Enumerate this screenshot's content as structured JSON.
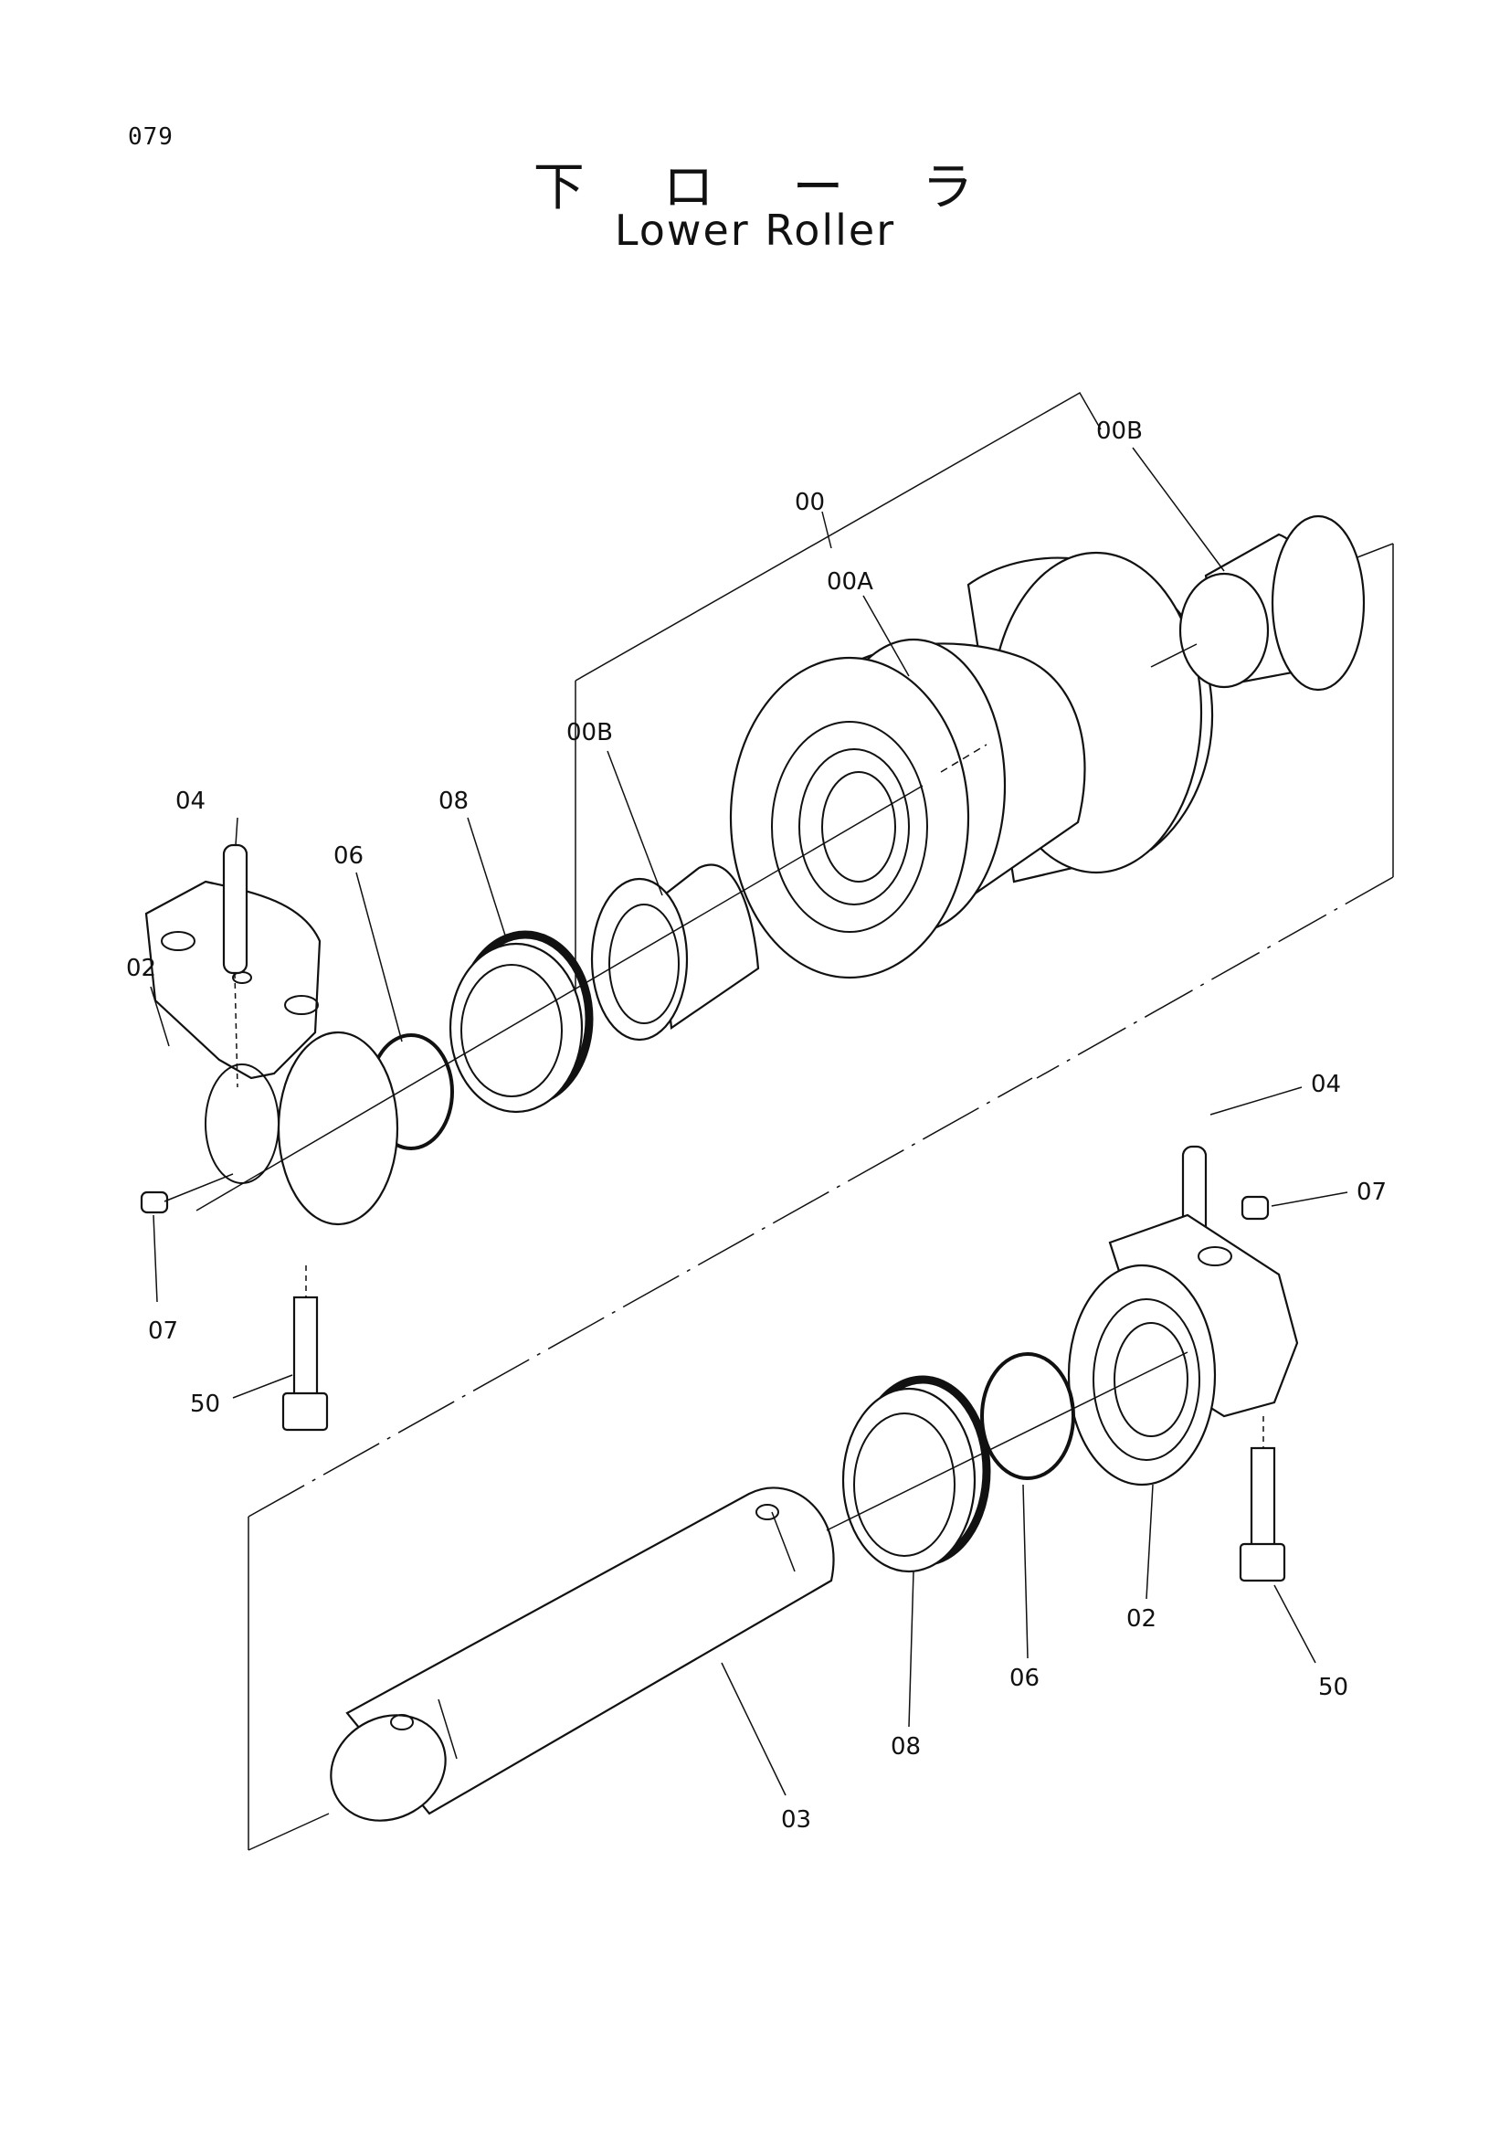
{
  "page_number": "079",
  "title_jp": "下 ロ ー ラ",
  "title_en": "Lower Roller",
  "callouts": {
    "c00": "00",
    "c00A": "00A",
    "c00B_top": "00B",
    "c00B_left": "00B",
    "c04_left": "04",
    "c06_left": "06",
    "c08_left": "08",
    "c02_left": "02",
    "c07_left": "07",
    "c50_left": "50",
    "c04_right": "04",
    "c07_right": "07",
    "c02_right": "02",
    "c50_right": "50",
    "c06_right": "06",
    "c08_right": "08",
    "c03": "03"
  }
}
